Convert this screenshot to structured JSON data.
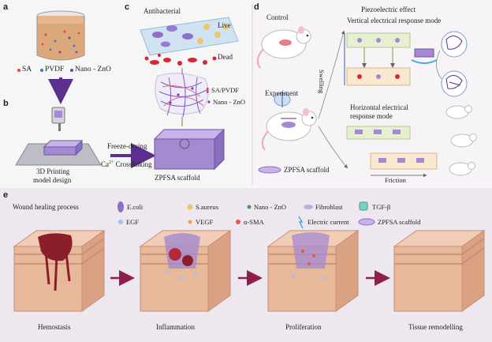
{
  "panels": {
    "a": "a",
    "b": "b",
    "c": "c",
    "d": "d",
    "e": "e"
  },
  "a": {
    "legend": [
      "SA",
      "PVDF",
      "Nano - ZnO"
    ]
  },
  "b": {
    "label_line1": "3D Printing",
    "label_line2": "model design",
    "process_top": "Freeze-drying",
    "process_ion": "Ca",
    "process_sup": "2+",
    "process_rest": " Crosslinking"
  },
  "c": {
    "antibacterial": "Antibacterial",
    "live": "Live",
    "dead": "Dead",
    "sa_pvdf": "SA/PVDF",
    "nano_zno": "Nano - ZnO",
    "scaffold": "ZPFSA scaffold"
  },
  "d": {
    "control": "Control",
    "experiment": "Experiment",
    "scaffold": "ZPFSA scaffold",
    "piezo": "Piezoelectric effect",
    "vertical": "Vertical electrical response mode",
    "swelling": "Swelling",
    "horizontal_line1": "Horizontal electrical",
    "horizontal_line2": "response mode",
    "friction": "Friction"
  },
  "e": {
    "title": "Wound healing process",
    "legend": [
      "E.coli",
      "S.aureus",
      "Nano - ZnO",
      "Fibroblast",
      "TGF-β",
      "EGF",
      "VEGF",
      "α-SMA",
      "Electric current",
      "ZPFSA scaffold"
    ],
    "stages": [
      "Hemostasis",
      "Inflammation",
      "Proliferation",
      "Tissue remodelling"
    ]
  },
  "colors": {
    "scaffold": "#a48ad0",
    "skin": "#e7b89a",
    "arrow": "#8e1f4e",
    "panel_bg": "#f3eef3",
    "purple_arrow": "#5a2f8e"
  }
}
